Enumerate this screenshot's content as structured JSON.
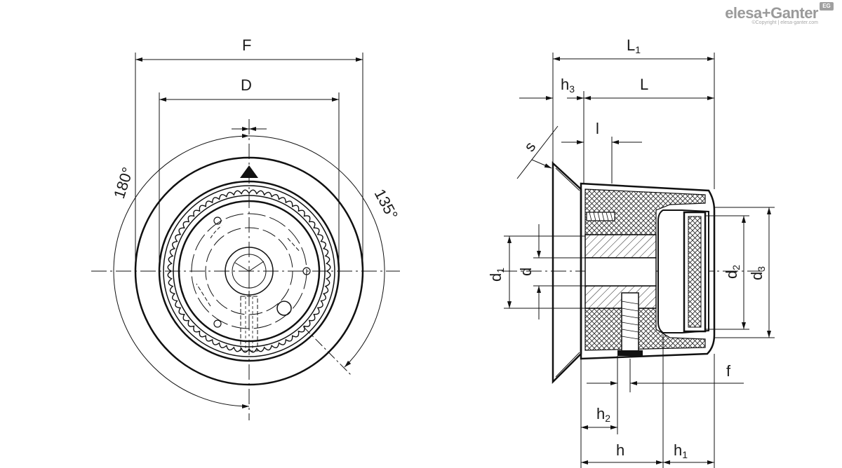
{
  "brand": {
    "name": "elesa+Ganter",
    "copyright": "©Copyright | elesa-ganter.com",
    "badge": "EG"
  },
  "front_view": {
    "dim_F": "F",
    "dim_D": "D",
    "angle_left": "180°",
    "angle_right": "135°"
  },
  "side_view": {
    "dim_L1": {
      "main": "L",
      "sub": "1"
    },
    "dim_h3": {
      "main": "h",
      "sub": "3"
    },
    "dim_L": "L",
    "dim_l": "l",
    "dim_s": "s",
    "dim_d1": {
      "main": "d",
      "sub": "1"
    },
    "dim_d": "d",
    "dim_d2": {
      "main": "d",
      "sub": "2"
    },
    "dim_d3": {
      "main": "d",
      "sub": "3"
    },
    "dim_f": "f",
    "dim_h2": {
      "main": "h",
      "sub": "2"
    },
    "dim_h": "h",
    "dim_h1": {
      "main": "h",
      "sub": "1"
    }
  }
}
